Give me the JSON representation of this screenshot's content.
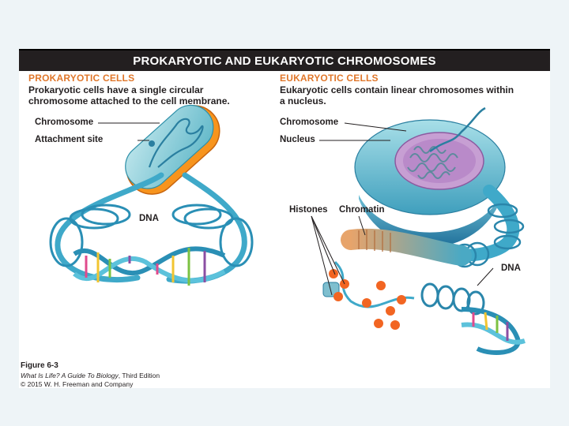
{
  "title": "PROKARYOTIC AND EUKARYOTIC CHROMOSOMES",
  "prokaryotic": {
    "heading": "PROKARYOTIC CELLS",
    "desc_line1": "Prokaryotic cells have a single circular",
    "desc_line2": "chromosome attached to the cell membrane.",
    "label_chromosome": "Chromosome",
    "label_attachment": "Attachment site",
    "label_dna": "DNA"
  },
  "eukaryotic": {
    "heading": "EUKARYOTIC CELLS",
    "desc_line1": "Eukaryotic cells contain linear chromosomes within",
    "desc_line2": "a nucleus.",
    "label_chromosome": "Chromosome",
    "label_nucleus": "Nucleus",
    "label_histones": "Histones",
    "label_chromatin": "Chromatin",
    "label_dna": "DNA"
  },
  "caption": {
    "figure": "Figure 6-3",
    "book_title": "What Is Life? A Guide To Biology",
    "edition": ", Third Edition",
    "copyright": "© 2015 W. H. Freeman and Company"
  },
  "colors": {
    "title_bar": "#231f20",
    "heading_orange": "#e0772b",
    "dna_blue": "#3fa9c9",
    "cell_orange": "#f7941d",
    "nucleus_purple": "#b58fc4",
    "histone_orange": "#f26522"
  }
}
